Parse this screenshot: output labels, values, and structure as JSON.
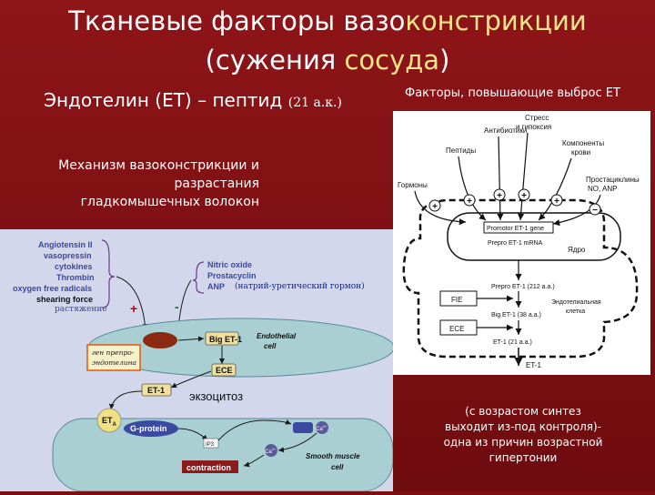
{
  "slide": {
    "title_line1_pre": "Тканевые факторы вазо",
    "title_line1_hl": "констрикции",
    "title_line2_pre": "(сужения ",
    "title_line2_hl": "сосуда",
    "title_line2_post": ")",
    "et_text": "Эндотелин (ЕТ) – пептид",
    "et_small": "(21 а.к.)",
    "factors_title": "Факторы, повышающие выброс ЕТ",
    "mechanism_lines": [
      "Механизм вазоконстрикции и",
      "разрастания",
      "гладкомышечных волокон"
    ],
    "age_note_lines": [
      "(с возрастом синтез",
      "выходит из-под контроля)-",
      "одна из причин возрастной",
      "гипертонии"
    ]
  },
  "left_diagram": {
    "stimuli": [
      "Angiotensin II",
      "vasopressin",
      "cytokines",
      "Thrombin",
      "oxygen free radicals",
      "shearing force"
    ],
    "inhibitors": [
      "Nitric oxide",
      "Prostacyclin",
      "ANP"
    ],
    "stretch": "растяжение",
    "plus": "+",
    "minus": "-",
    "natriuretic": "(натрий-уретический гормон)",
    "gene_box_lines": [
      "ген препро-",
      "эндотелина"
    ],
    "big_et1": "Big ET-1",
    "endothelial_cell_lines": [
      "Endothelial",
      "cell"
    ],
    "ece": "ECE",
    "et1": "ET-1",
    "exocytosis": "экзоцитоз",
    "eta": "ET",
    "eta_sub": "A",
    "g_protein": "G-protein",
    "ip3": "IP3",
    "contraction": "contraction",
    "smooth_muscle_lines": [
      "Smooth muscle",
      "cell"
    ],
    "ca": "Ca",
    "ca_sup": "2+",
    "colors": {
      "panel": "#d3d7ec",
      "endo_cell": "#a9cfd3",
      "box_fill": "#f0e0a0",
      "orange_box": "#e07a20",
      "dark_red": "#8b1a1a",
      "blue": "#3a4aa0"
    }
  },
  "right_diagram": {
    "inputs": [
      "Гормоны",
      "Пептиды",
      "Антибиотики",
      "Стресс\nи гипоксия",
      "Компоненты\nкрови",
      "Простациклины\nNO, ANP"
    ],
    "stress": [
      "Стресс",
      "и гипоксия"
    ],
    "components": [
      "Компоненты",
      "крови"
    ],
    "prostacyclins": [
      "Простациклины",
      "NO, ANP"
    ],
    "promotor": "Promotor ET-1 gene",
    "prepro_mrna": "Prepro ET-1 mRNA",
    "nucleus": "Ядро",
    "prepro_et1": "Prepro ET-1 (212 a.a.)",
    "fie": "FIE",
    "big_et1": "Big ET-1 (38 a.a.)",
    "ece": "ECE",
    "endothelial_cell_lines": [
      "Эндотелиальная",
      "клетка"
    ],
    "et1_21": "ET-1 (21 a.a.)",
    "et1": "ET-1",
    "plus": "+",
    "minus": "−"
  }
}
